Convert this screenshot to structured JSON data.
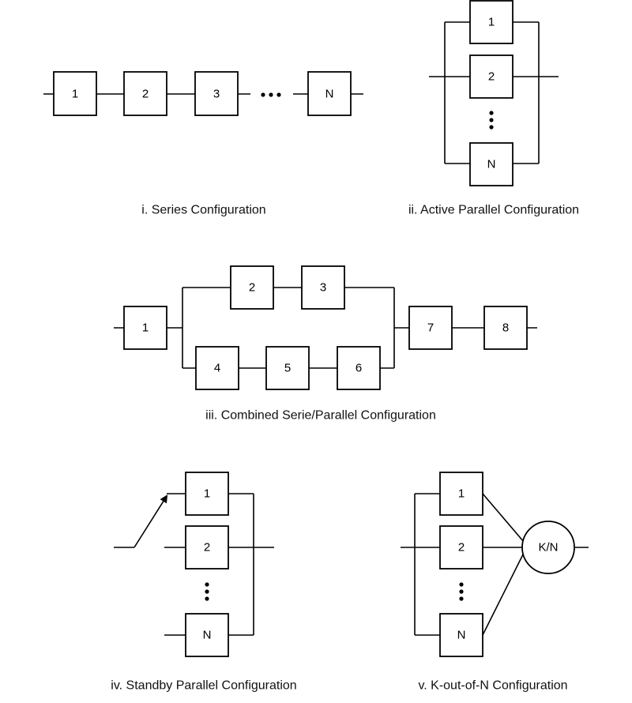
{
  "captions": {
    "series": "i. Series Configuration",
    "active_parallel": "ii. Active Parallel Configuration",
    "combined": "iii. Combined Serie/Parallel  Configuration",
    "standby": "iv. Standby Parallel Configuration",
    "k_out_of_n": "v. K-out-of-N Configuration"
  },
  "series": {
    "blocks": [
      "1",
      "2",
      "3",
      "N"
    ]
  },
  "active_parallel": {
    "blocks": [
      "1",
      "2",
      "N"
    ]
  },
  "combined": {
    "blocks": [
      "1",
      "2",
      "3",
      "4",
      "5",
      "6",
      "7",
      "8"
    ]
  },
  "standby": {
    "blocks": [
      "1",
      "2",
      "N"
    ]
  },
  "k_out_of_n": {
    "blocks": [
      "1",
      "2",
      "N"
    ],
    "voter": "K/N"
  }
}
